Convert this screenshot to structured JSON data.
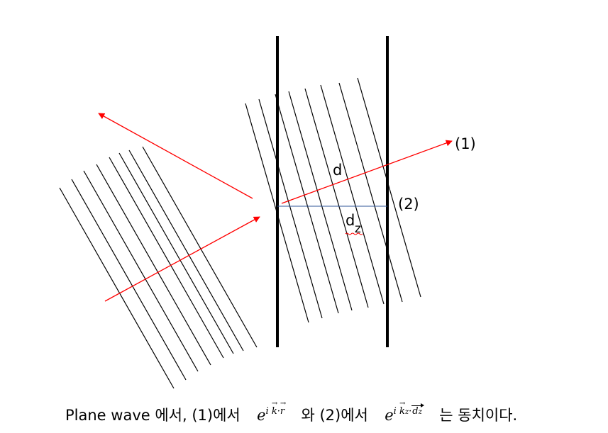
{
  "labels": {
    "reflected_ray_1": "(1)",
    "reflected_ray_2": "(2)",
    "spacing_d": "d",
    "spacing_dz_base": "d",
    "spacing_dz_sub": "z"
  },
  "caption": {
    "prefix": "Plane wave 에서, (1)에서",
    "phase1_base": "e",
    "phase1_i": "i",
    "phase1_k": "k",
    "phase1_dot": "·",
    "phase1_r": "r",
    "middle": "와 (2)에서",
    "phase2_base": "e",
    "phase2_i": "i",
    "phase2_k": "k",
    "phase2_ksub": "z",
    "phase2_dot": "·",
    "phase2_d": "d",
    "phase2_dsub": "z",
    "suffix": "는 동치이다."
  },
  "colors": {
    "ray": "#ff0000",
    "wavefront": "#000000",
    "boundary": "#000000",
    "normal_line": "#2f5597",
    "underline": "#ff0000"
  }
}
